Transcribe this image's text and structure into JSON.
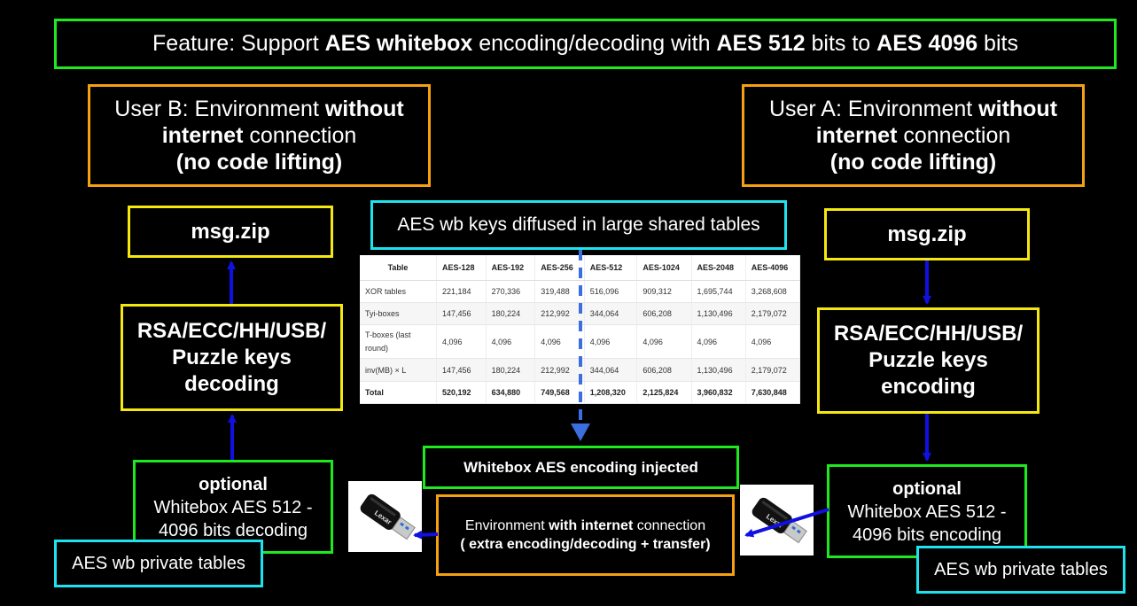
{
  "feature": {
    "prefix": "Feature: Support ",
    "bold1": "AES whitebox",
    "mid1": " encoding/decoding with ",
    "bold2": "AES 512",
    "mid2": " bits to ",
    "bold3": "AES 4096",
    "suffix": " bits"
  },
  "user_b": {
    "line1_normal": "User B: Environment ",
    "line1_bold": "without",
    "line2_bold": "internet",
    "line2_normal": " connection",
    "line3": "(no code lifting)"
  },
  "user_a": {
    "line1_normal": "User A: Environment ",
    "line1_bold": "without",
    "line2_bold": "internet",
    "line2_normal": " connection",
    "line3": "(no code lifting)"
  },
  "left_msg": "msg.zip",
  "right_msg": "msg.zip",
  "left_keys": {
    "l1": "RSA/ECC/HH/USB/",
    "l2": "Puzzle keys",
    "l3": "decoding"
  },
  "right_keys": {
    "l1": "RSA/ECC/HH/USB/",
    "l2": "Puzzle keys",
    "l3": "encoding"
  },
  "shared_tables": "AES wb keys diffused in large shared tables",
  "injected": "Whitebox AES encoding injected",
  "env_internet": {
    "normal1": "Environment ",
    "bold1": "with internet",
    "normal2": " connection",
    "line2": "( extra encoding/decoding + transfer)"
  },
  "left_optional": {
    "title": "optional",
    "l1": "Whitebox AES 512  -",
    "l2": "4096 bits decoding"
  },
  "right_optional": {
    "title": "optional",
    "l1": "Whitebox AES 512 -",
    "l2": "4096 bits encoding"
  },
  "left_private": "AES wb private tables",
  "right_private": "AES wb private tables",
  "table": {
    "headers": [
      "Table",
      "AES-128",
      "AES-192",
      "AES-256",
      "AES-512",
      "AES-1024",
      "AES-2048",
      "AES-4096"
    ],
    "rows": [
      [
        "XOR tables",
        "221,184",
        "270,336",
        "319,488",
        "516,096",
        "909,312",
        "1,695,744",
        "3,268,608"
      ],
      [
        "Tyi-boxes",
        "147,456",
        "180,224",
        "212,992",
        "344,064",
        "606,208",
        "1,130,496",
        "2,179,072"
      ],
      [
        "T-boxes (last round)",
        "4,096",
        "4,096",
        "4,096",
        "4,096",
        "4,096",
        "4,096",
        "4,096"
      ],
      [
        "inv(MB) × L",
        "147,456",
        "180,224",
        "212,992",
        "344,064",
        "606,208",
        "1,130,496",
        "2,179,072"
      ],
      [
        "Total",
        "520,192",
        "634,880",
        "749,568",
        "1,208,320",
        "2,125,824",
        "3,960,832",
        "7,630,848"
      ]
    ]
  },
  "usb_brand": "Lexar",
  "colors": {
    "green": "#1ee81e",
    "orange": "#f5a012",
    "yellow": "#f5e80f",
    "cyan": "#1ee3ee",
    "arrow": "#1010e0",
    "dashed": "#3b6fe0"
  }
}
